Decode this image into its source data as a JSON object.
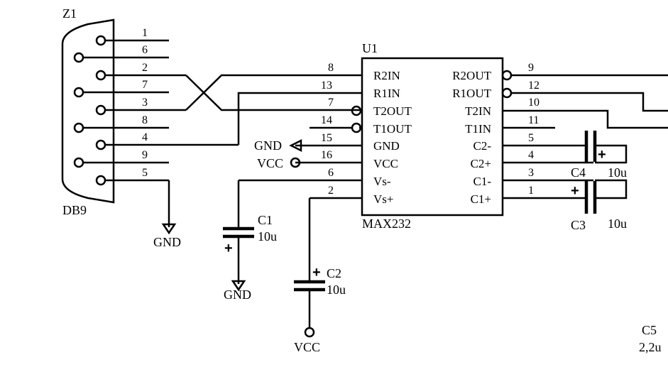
{
  "connector": {
    "ref": "Z1",
    "type": "DB9",
    "pins": [
      "1",
      "6",
      "2",
      "7",
      "3",
      "8",
      "4",
      "9",
      "5"
    ],
    "gnd_label": "GND"
  },
  "ic": {
    "ref": "U1",
    "part": "MAX232",
    "left_pins": [
      {
        "num": "8",
        "name": "R2IN"
      },
      {
        "num": "13",
        "name": "R1IN"
      },
      {
        "num": "7",
        "name": "T2OUT"
      },
      {
        "num": "14",
        "name": "T1OUT"
      },
      {
        "num": "15",
        "name": "GND"
      },
      {
        "num": "16",
        "name": "VCC"
      },
      {
        "num": "6",
        "name": "Vs-"
      },
      {
        "num": "2",
        "name": "Vs+"
      }
    ],
    "right_pins": [
      {
        "num": "9",
        "name": "R2OUT"
      },
      {
        "num": "12",
        "name": "R1OUT"
      },
      {
        "num": "10",
        "name": "T2IN"
      },
      {
        "num": "11",
        "name": "T1IN"
      },
      {
        "num": "5",
        "name": "C2-"
      },
      {
        "num": "4",
        "name": "C2+"
      },
      {
        "num": "3",
        "name": "C1-"
      },
      {
        "num": "1",
        "name": "C1+"
      }
    ],
    "gnd_label": "GND",
    "vcc_label": "VCC"
  },
  "capacitors": {
    "c1": {
      "ref": "C1",
      "value": "10u",
      "gnd_label": "GND"
    },
    "c2": {
      "ref": "C2",
      "value": "10u",
      "vcc_label": "VCC"
    },
    "c3": {
      "ref": "C3",
      "value": "10u"
    },
    "c4": {
      "ref": "C4",
      "value": "10u"
    },
    "c5": {
      "ref": "C5",
      "value": "2,2u"
    }
  },
  "plus_sign": "+"
}
